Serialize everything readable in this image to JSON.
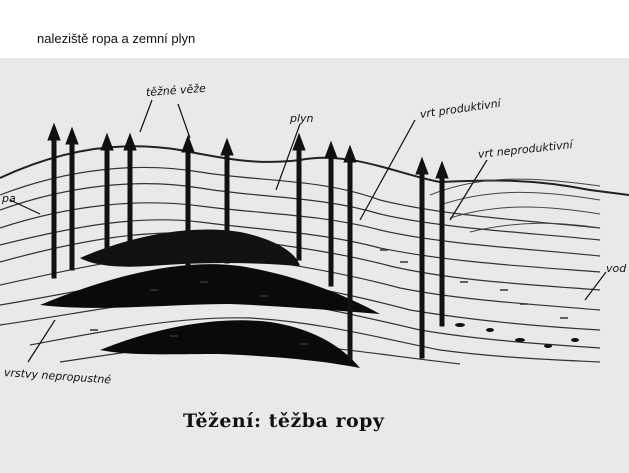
{
  "header": {
    "title": "naleziště ropa a zemní plyn"
  },
  "figure": {
    "labels": {
      "towers": "těžné věže",
      "gas": "plyn",
      "productive_well": "vrt produktivní",
      "unproductive_well": "vrt neproduktivní",
      "oil_left": "pa",
      "water_right": "vod",
      "impermeable_layers": "vrstvy nepropustné"
    },
    "caption": "Těžení: těžba ropy"
  }
}
